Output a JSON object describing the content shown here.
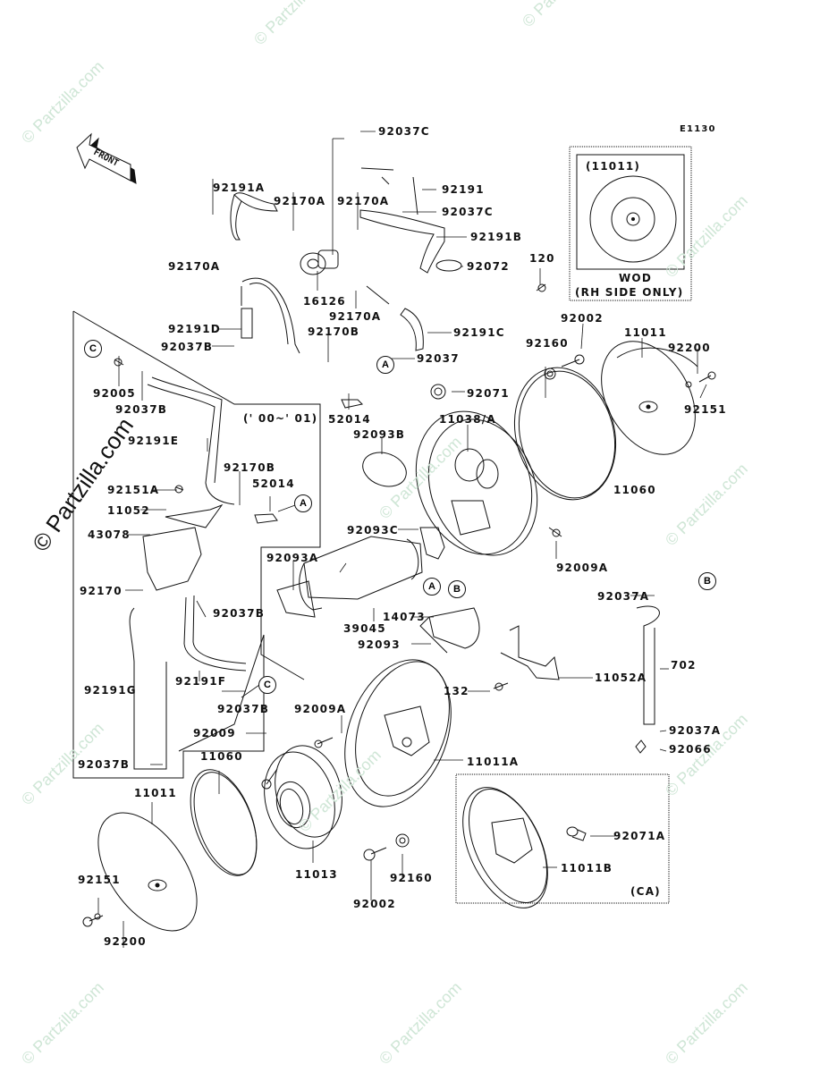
{
  "diagram_code": "E1130",
  "front_indicator": "FRONT",
  "watermark": "© Partzilla.com",
  "variant_boxes": {
    "wod": {
      "part_ref": "(11011)",
      "label": "WOD",
      "note": "(RH SIDE ONLY)"
    },
    "year_range": "(' 00~' 01)",
    "ca": {
      "note": "(CA)"
    }
  },
  "connection_markers": [
    "A",
    "B",
    "C"
  ],
  "parts": [
    {
      "id": "p01",
      "number": "92037C"
    },
    {
      "id": "p02",
      "number": "92191A"
    },
    {
      "id": "p03",
      "number": "92170A"
    },
    {
      "id": "p04",
      "number": "92170A"
    },
    {
      "id": "p05",
      "number": "92191"
    },
    {
      "id": "p06",
      "number": "92037C"
    },
    {
      "id": "p07",
      "number": "92191B"
    },
    {
      "id": "p08",
      "number": "92170A"
    },
    {
      "id": "p09",
      "number": "92072"
    },
    {
      "id": "p10",
      "number": "120"
    },
    {
      "id": "p11",
      "number": "16126"
    },
    {
      "id": "p12",
      "number": "92170A"
    },
    {
      "id": "p13",
      "number": "92191D"
    },
    {
      "id": "p14",
      "number": "92170B"
    },
    {
      "id": "p15",
      "number": "92191C"
    },
    {
      "id": "p16",
      "number": "92037B"
    },
    {
      "id": "p17",
      "number": "92037"
    },
    {
      "id": "p18",
      "number": "92002"
    },
    {
      "id": "p19",
      "number": "11011"
    },
    {
      "id": "p20",
      "number": "92160"
    },
    {
      "id": "p21",
      "number": "92200"
    },
    {
      "id": "p22",
      "number": "92151"
    },
    {
      "id": "p23",
      "number": "92005"
    },
    {
      "id": "p24",
      "number": "92037B"
    },
    {
      "id": "p25",
      "number": "92071"
    },
    {
      "id": "p26",
      "number": "52014"
    },
    {
      "id": "p27",
      "number": "11038/A"
    },
    {
      "id": "p28",
      "number": "92093B"
    },
    {
      "id": "p29",
      "number": "92191E"
    },
    {
      "id": "p30",
      "number": "92170B"
    },
    {
      "id": "p31",
      "number": "52014"
    },
    {
      "id": "p32",
      "number": "92151A"
    },
    {
      "id": "p33",
      "number": "11052"
    },
    {
      "id": "p34",
      "number": "11060"
    },
    {
      "id": "p35",
      "number": "43078"
    },
    {
      "id": "p36",
      "number": "92093C"
    },
    {
      "id": "p37",
      "number": "92009A"
    },
    {
      "id": "p38",
      "number": "92093A"
    },
    {
      "id": "p39",
      "number": "92170"
    },
    {
      "id": "p40",
      "number": "92037B"
    },
    {
      "id": "p41",
      "number": "92037A"
    },
    {
      "id": "p42",
      "number": "14073"
    },
    {
      "id": "p43",
      "number": "39045"
    },
    {
      "id": "p44",
      "number": "92093"
    },
    {
      "id": "p45",
      "number": "702"
    },
    {
      "id": "p46",
      "number": "11052A"
    },
    {
      "id": "p47",
      "number": "92191G"
    },
    {
      "id": "p48",
      "number": "92191F"
    },
    {
      "id": "p49",
      "number": "132"
    },
    {
      "id": "p50",
      "number": "92037B"
    },
    {
      "id": "p51",
      "number": "92009A"
    },
    {
      "id": "p52",
      "number": "92009"
    },
    {
      "id": "p53",
      "number": "92037A"
    },
    {
      "id": "p54",
      "number": "92066"
    },
    {
      "id": "p55",
      "number": "92037B"
    },
    {
      "id": "p56",
      "number": "11011A"
    },
    {
      "id": "p57",
      "number": "11060"
    },
    {
      "id": "p58",
      "number": "11011"
    },
    {
      "id": "p59",
      "number": "92071A"
    },
    {
      "id": "p60",
      "number": "11011B"
    },
    {
      "id": "p61",
      "number": "92151"
    },
    {
      "id": "p62",
      "number": "11013"
    },
    {
      "id": "p63",
      "number": "92160"
    },
    {
      "id": "p64",
      "number": "92002"
    },
    {
      "id": "p65",
      "number": "92200"
    }
  ]
}
